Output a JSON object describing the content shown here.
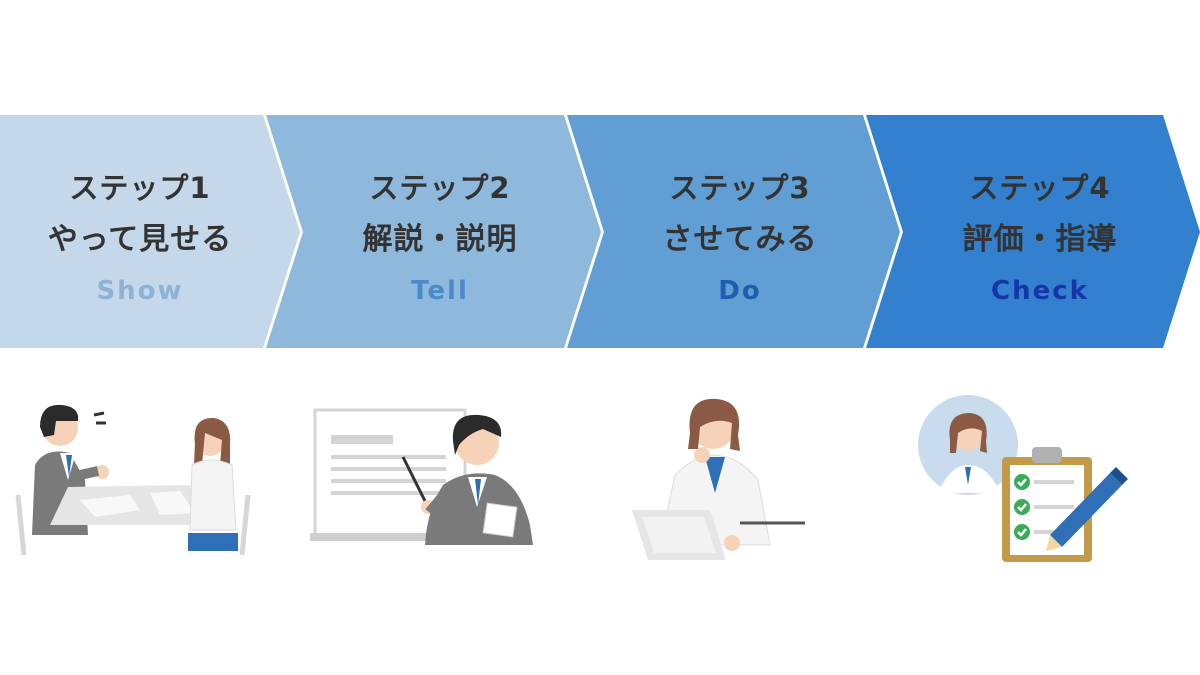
{
  "steps": [
    {
      "label": "ステップ1",
      "title": "やって見せる",
      "en": "Show",
      "color": "#c4d8ea",
      "en_color": "#8cb2d6"
    },
    {
      "label": "ステップ2",
      "title": "解説・説明",
      "en": "Tell",
      "color": "#8fb9dc",
      "en_color": "#4a8ac8"
    },
    {
      "label": "ステップ3",
      "title": "させてみる",
      "en": "Do",
      "color": "#619ed3",
      "en_color": "#1f5db0"
    },
    {
      "label": "ステップ4",
      "title": "評価・指導",
      "en": "Check",
      "color": "#3380cf",
      "en_color": "#1535a8"
    }
  ],
  "illustrations": {
    "step1": "meeting-at-table-icon",
    "step2": "presenter-at-whiteboard-icon",
    "step3": "thinking-at-laptop-icon",
    "step4": "checklist-evaluation-icon"
  }
}
